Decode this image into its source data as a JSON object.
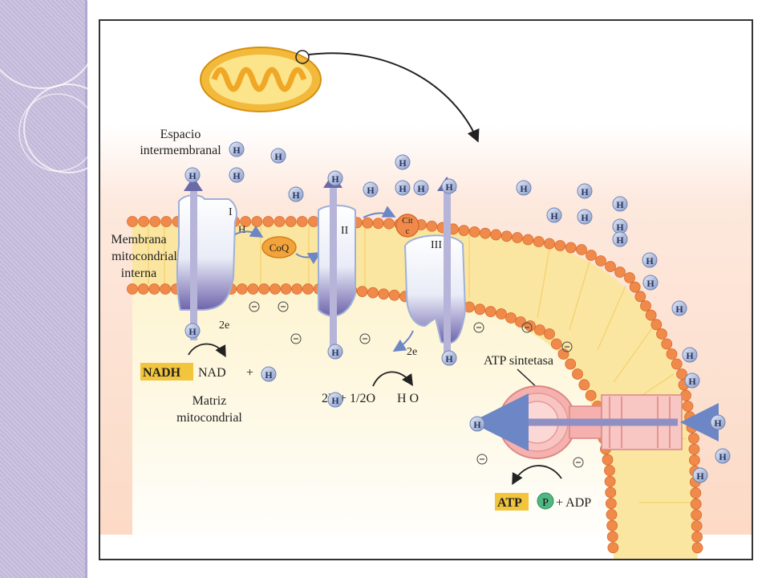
{
  "labels": {
    "espacio_line1": "Espacio",
    "espacio_line2": "intermembranal",
    "membrana_line1": "Membrana",
    "membrana_line2": "mitocondrial",
    "membrana_line3": "interna",
    "matriz_line1": "Matriz",
    "matriz_line2": "mitocondrial",
    "atp_sintetasa": "ATP sintetasa"
  },
  "complexes": {
    "c1": "I",
    "c2": "II",
    "c3": "III",
    "coq": "CoQ",
    "cit_line1": "Cit",
    "cit_line2": "c"
  },
  "small": {
    "h_transfer": "H",
    "two_e_1": "2e",
    "two_e_2": "2e"
  },
  "reaction_nadh": {
    "nadh": "NADH",
    "nad": "NAD",
    "plus": "+"
  },
  "reaction_water": {
    "two_h": "2H",
    "half_o2": "+ 1/2O",
    "water": "H O"
  },
  "reaction_atp": {
    "atp": "ATP",
    "p": "P",
    "adp": "+ ADP"
  },
  "proton_symbol": "H",
  "colors": {
    "highlight": "#f2c53d",
    "membrane_bead": "#f08a4b",
    "membrane_band": "#fbe6a1",
    "background_top": "#fde8dd",
    "proton_ball": "#a7b6d8"
  }
}
